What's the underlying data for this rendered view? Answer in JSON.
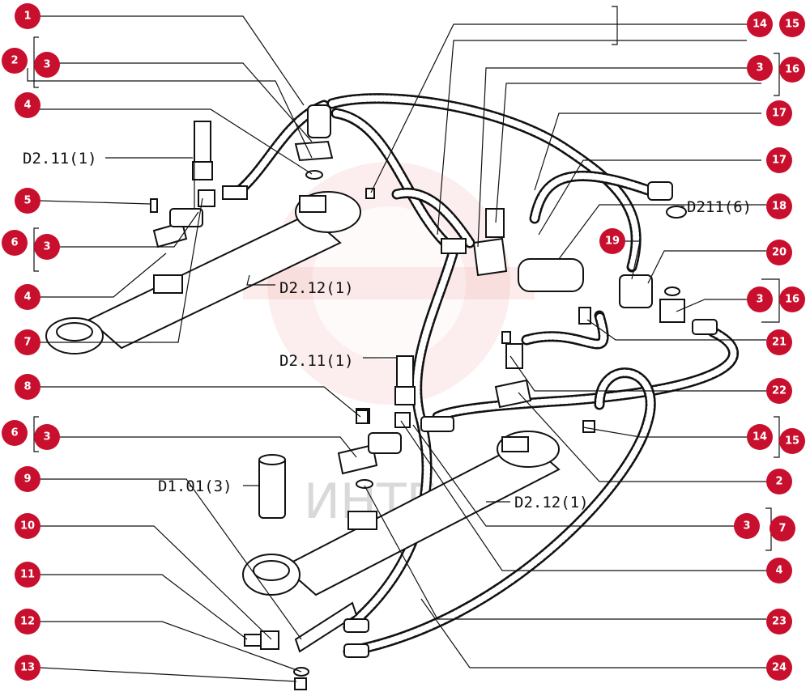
{
  "callouts": [
    {
      "id": "1",
      "label": "1"
    },
    {
      "id": "2a",
      "label": "2"
    },
    {
      "id": "3a",
      "label": "3"
    },
    {
      "id": "4a",
      "label": "4"
    },
    {
      "id": "5",
      "label": "5"
    },
    {
      "id": "6a",
      "label": "6"
    },
    {
      "id": "3b",
      "label": "3"
    },
    {
      "id": "4b",
      "label": "4"
    },
    {
      "id": "7a",
      "label": "7"
    },
    {
      "id": "8",
      "label": "8"
    },
    {
      "id": "6b",
      "label": "6"
    },
    {
      "id": "3c",
      "label": "3"
    },
    {
      "id": "9",
      "label": "9"
    },
    {
      "id": "10",
      "label": "10"
    },
    {
      "id": "11",
      "label": "11"
    },
    {
      "id": "12",
      "label": "12"
    },
    {
      "id": "13",
      "label": "13"
    },
    {
      "id": "14a",
      "label": "14"
    },
    {
      "id": "15a",
      "label": "15"
    },
    {
      "id": "3d",
      "label": "3"
    },
    {
      "id": "16a",
      "label": "16"
    },
    {
      "id": "17a",
      "label": "17"
    },
    {
      "id": "17b",
      "label": "17"
    },
    {
      "id": "18",
      "label": "18"
    },
    {
      "id": "19",
      "label": "19"
    },
    {
      "id": "20",
      "label": "20"
    },
    {
      "id": "3e",
      "label": "3"
    },
    {
      "id": "16b",
      "label": "16"
    },
    {
      "id": "21",
      "label": "21"
    },
    {
      "id": "22",
      "label": "22"
    },
    {
      "id": "14b",
      "label": "14"
    },
    {
      "id": "15b",
      "label": "15"
    },
    {
      "id": "2b",
      "label": "2"
    },
    {
      "id": "3f",
      "label": "3"
    },
    {
      "id": "7b",
      "label": "7"
    },
    {
      "id": "4c",
      "label": "4"
    },
    {
      "id": "23",
      "label": "23"
    },
    {
      "id": "24",
      "label": "24"
    }
  ],
  "references": {
    "d211_top": "D2.11(1)",
    "d212_top": "D2.12(1)",
    "d211_mid": "D2.11(1)",
    "d101": "D1.01(3)",
    "d212_bottom": "D2.12(1)",
    "d211_right": "D211(6)"
  },
  "watermark": {
    "text": "ИНТЕХ",
    "color": "#f0a8a8"
  }
}
